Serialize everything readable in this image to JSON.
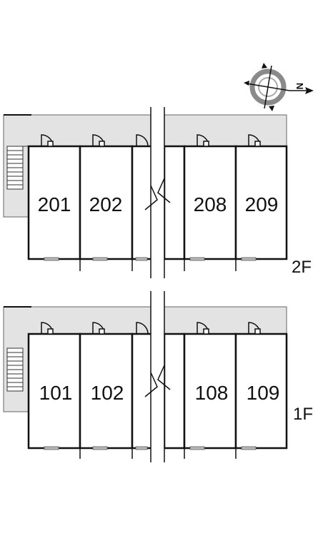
{
  "compass": {
    "north_label": "N"
  },
  "floors": [
    {
      "label": "2F",
      "rooms": [
        "201",
        "202",
        "208",
        "209"
      ]
    },
    {
      "label": "1F",
      "rooms": [
        "101",
        "102",
        "108",
        "109"
      ]
    }
  ],
  "colors": {
    "corridor": "#e3e3e3",
    "wall": "#111111",
    "compass_ring": "#8a8a8a"
  }
}
